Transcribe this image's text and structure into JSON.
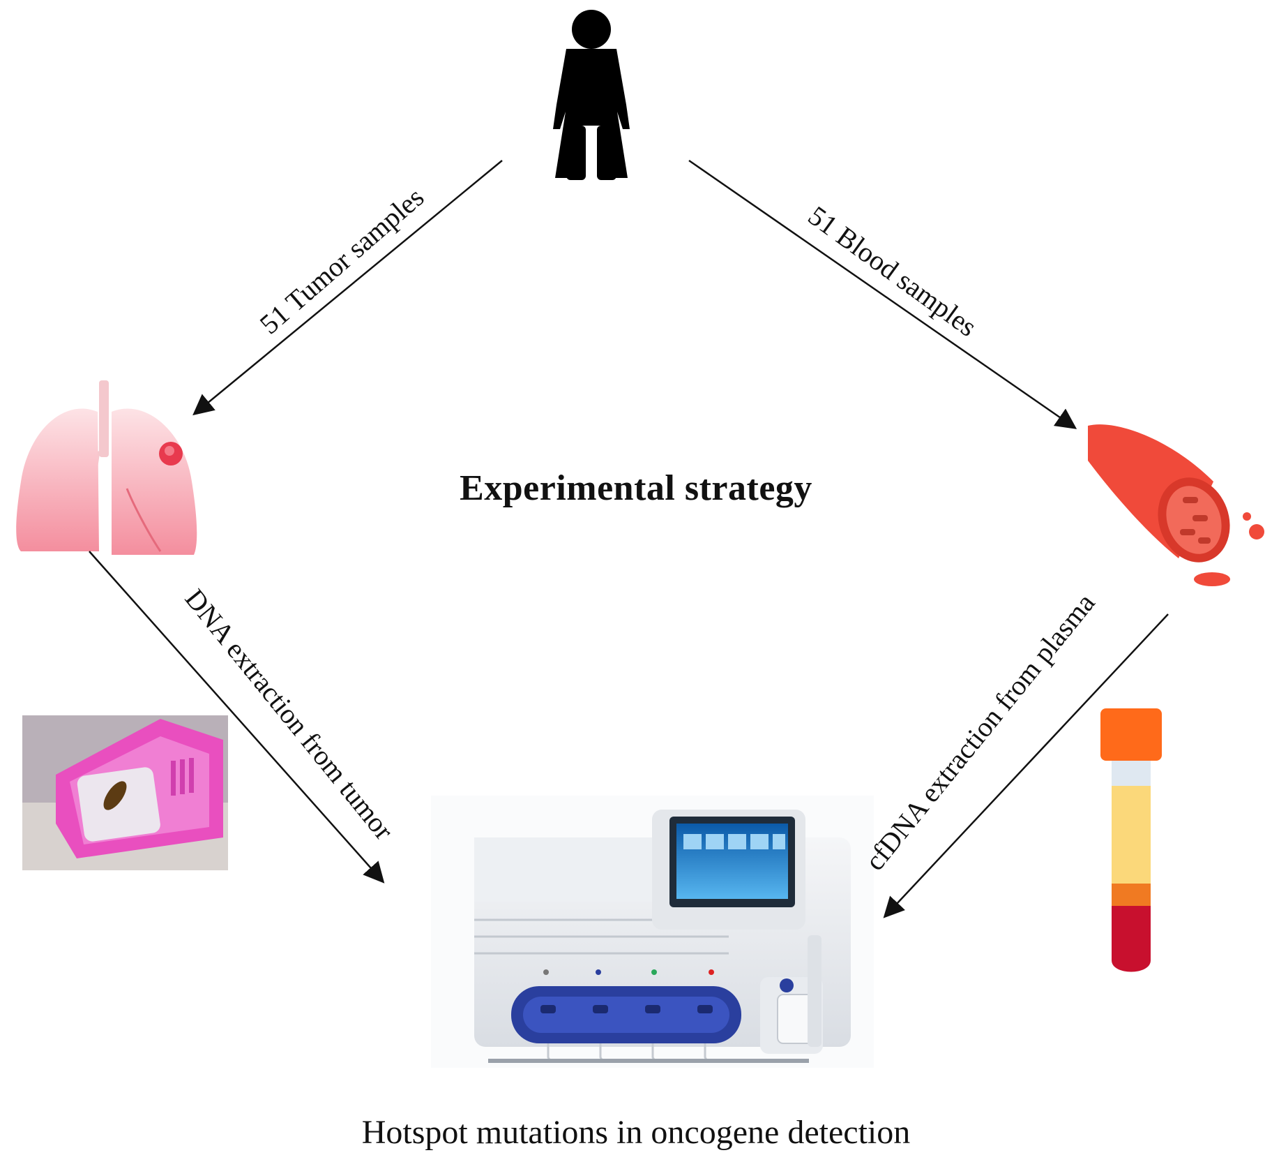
{
  "diagram": {
    "title": "Experimental strategy",
    "footer": "Hotspot mutations in oncogene detection",
    "edges": {
      "tumor_samples": "51 Tumor samples",
      "blood_samples": "51 Blood samples",
      "dna_extraction": "DNA extraction from tumor",
      "cfdna_extraction": "cfDNA extraction from plasma"
    },
    "icons": {
      "person": "woman-icon",
      "lung": "lungs-with-tumor-icon",
      "vessel": "blood-vessel-icon",
      "cassette": "tissue-cassette-photo",
      "tube": "blood-collection-tube-icon",
      "instrument": "sequencing-instrument-icon"
    },
    "colors": {
      "vessel_red": "#f04a3a",
      "lung_pink": "#f7b8c0",
      "tube_cap": "#ff6a1a",
      "plasma_yellow": "#fbd87a",
      "blood_red": "#c8102e",
      "instrument_blue": "#2a3f9e",
      "cassette_pink": "#e94fbf"
    }
  }
}
